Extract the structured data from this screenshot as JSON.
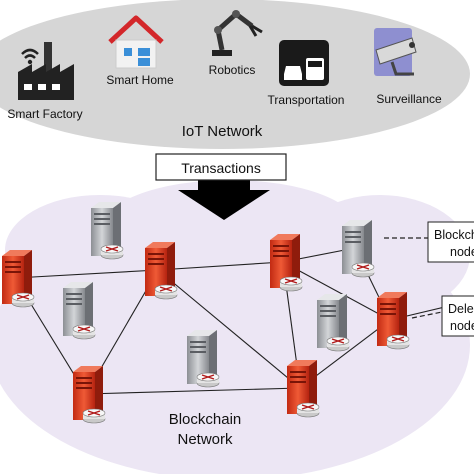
{
  "iot": {
    "title": "IoT Network",
    "devices": [
      {
        "label": "Smart Factory",
        "icon": "factory-wifi-icon"
      },
      {
        "label": "Smart Home",
        "icon": "house-icon"
      },
      {
        "label": "Robotics",
        "icon": "robot-arm-icon"
      },
      {
        "label": "Transportation",
        "icon": "vehicles-icon"
      },
      {
        "label": "Surveillance",
        "icon": "security-camera-icon"
      }
    ]
  },
  "arrow_label": "Transactions",
  "blockchain": {
    "title_line1": "Blockchain",
    "title_line2": "Network"
  },
  "callouts": {
    "first_line1": "Blockchain",
    "first_line2": "node",
    "second_line1": "Delegated",
    "second_line2": "node"
  },
  "colors": {
    "cloud_top": "#d6d6d6",
    "cloud_bottom": "#ece6f4",
    "delegated_node": "#e0482a",
    "regular_node": "#b4b7bc"
  }
}
